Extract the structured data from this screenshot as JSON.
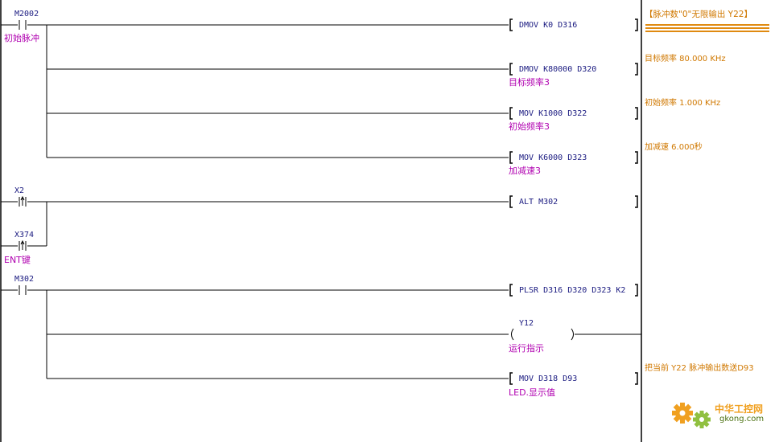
{
  "rungs": [
    {
      "contacts": [
        {
          "device": "M2002",
          "comment": "初始脉冲"
        }
      ],
      "outputs": [
        {
          "instruction": "DMOV K0 D316",
          "comment": ""
        },
        {
          "instruction": "DMOV K80000 D320",
          "comment": "目标频率3"
        },
        {
          "instruction": "MOV K1000 D322",
          "comment": "初始频率3"
        },
        {
          "instruction": "MOV K6000 D323",
          "comment": "加减速3"
        }
      ]
    },
    {
      "contacts": [
        {
          "device": "X2",
          "comment": ""
        },
        {
          "device": "X374",
          "comment": "ENT键"
        }
      ],
      "outputs": [
        {
          "instruction": "ALT M302",
          "comment": ""
        }
      ]
    },
    {
      "contacts": [
        {
          "device": "M302",
          "comment": ""
        }
      ],
      "outputs": [
        {
          "instruction": "PLSR D316 D320 D323 K2",
          "comment": ""
        },
        {
          "instruction": "Y12",
          "comment": "运行指示"
        },
        {
          "instruction": "MOV D318 D93",
          "comment": "LED.显示值"
        }
      ]
    }
  ],
  "notes": {
    "title": "【脉冲数\"0\"无限输出 Y22】",
    "target_freq": "目标频率 80.000 KHz",
    "init_freq": "初始频率 1.000 KHz",
    "accel": "加减速 6.000秒",
    "transfer": "把当前 Y22 脉冲输出数送D93"
  },
  "watermark": {
    "cn": "中华工控网",
    "url": "gkong.com"
  },
  "colors": {
    "wire": "#000000",
    "device": "#1a1a80",
    "comment": "#b000b0",
    "note": "#d07800",
    "logo_orange": "#f0a020",
    "logo_green": "#90c040"
  }
}
